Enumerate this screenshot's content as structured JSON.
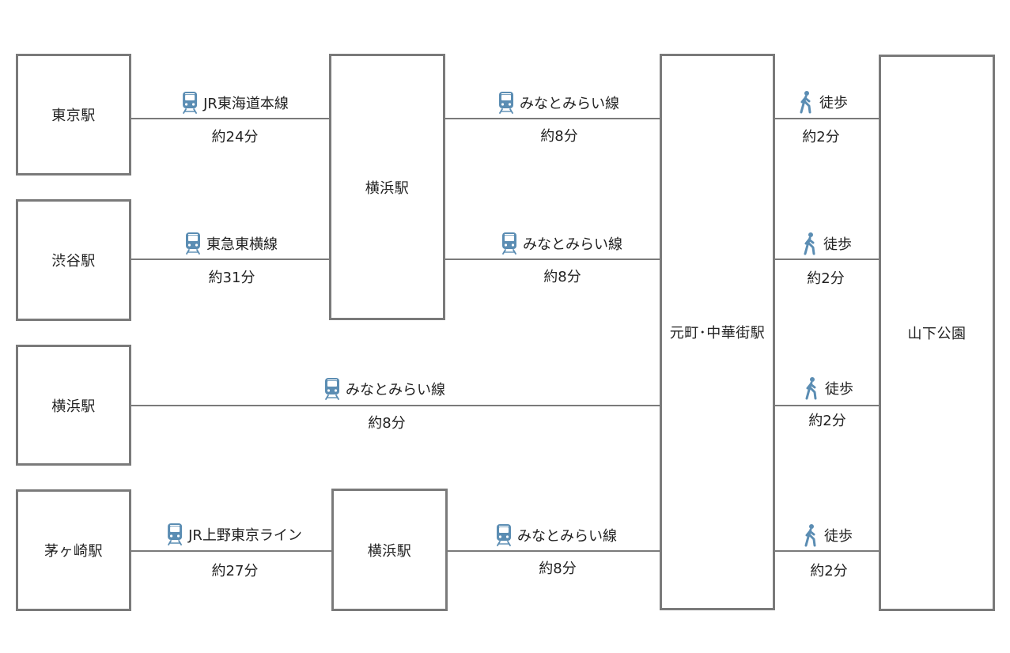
{
  "colors": {
    "box_border": "#7a7a7a",
    "line": "#7a7a7a",
    "icon": "#5b8db3"
  },
  "stations": {
    "tokyo": "東京駅",
    "shibuya": "渋谷駅",
    "yokohama_start": "横浜駅",
    "chigasaki": "茅ヶ崎駅",
    "yokohama_top": "横浜駅",
    "yokohama_bottom": "横浜駅",
    "motomachi": "元町･中華街駅",
    "yamashita": "山下公園"
  },
  "routes": {
    "r1": {
      "icon": "train-icon",
      "line": "JR東海道本線",
      "time": "約24分"
    },
    "r2": {
      "icon": "train-icon",
      "line": "みなとみらい線",
      "time": "約8分"
    },
    "r3": {
      "icon": "walk-icon",
      "line": "徒歩",
      "time": "約2分"
    },
    "r4": {
      "icon": "train-icon",
      "line": "東急東横線",
      "time": "約31分"
    },
    "r5": {
      "icon": "train-icon",
      "line": "みなとみらい線",
      "time": "約8分"
    },
    "r6": {
      "icon": "walk-icon",
      "line": "徒歩",
      "time": "約2分"
    },
    "r7": {
      "icon": "train-icon",
      "line": "みなとみらい線",
      "time": "約8分"
    },
    "r8": {
      "icon": "walk-icon",
      "line": "徒歩",
      "time": "約2分"
    },
    "r9": {
      "icon": "train-icon",
      "line": "JR上野東京ライン",
      "time": "約27分"
    },
    "r10": {
      "icon": "train-icon",
      "line": "みなとみらい線",
      "time": "約8分"
    },
    "r11": {
      "icon": "walk-icon",
      "line": "徒歩",
      "time": "約2分"
    }
  }
}
